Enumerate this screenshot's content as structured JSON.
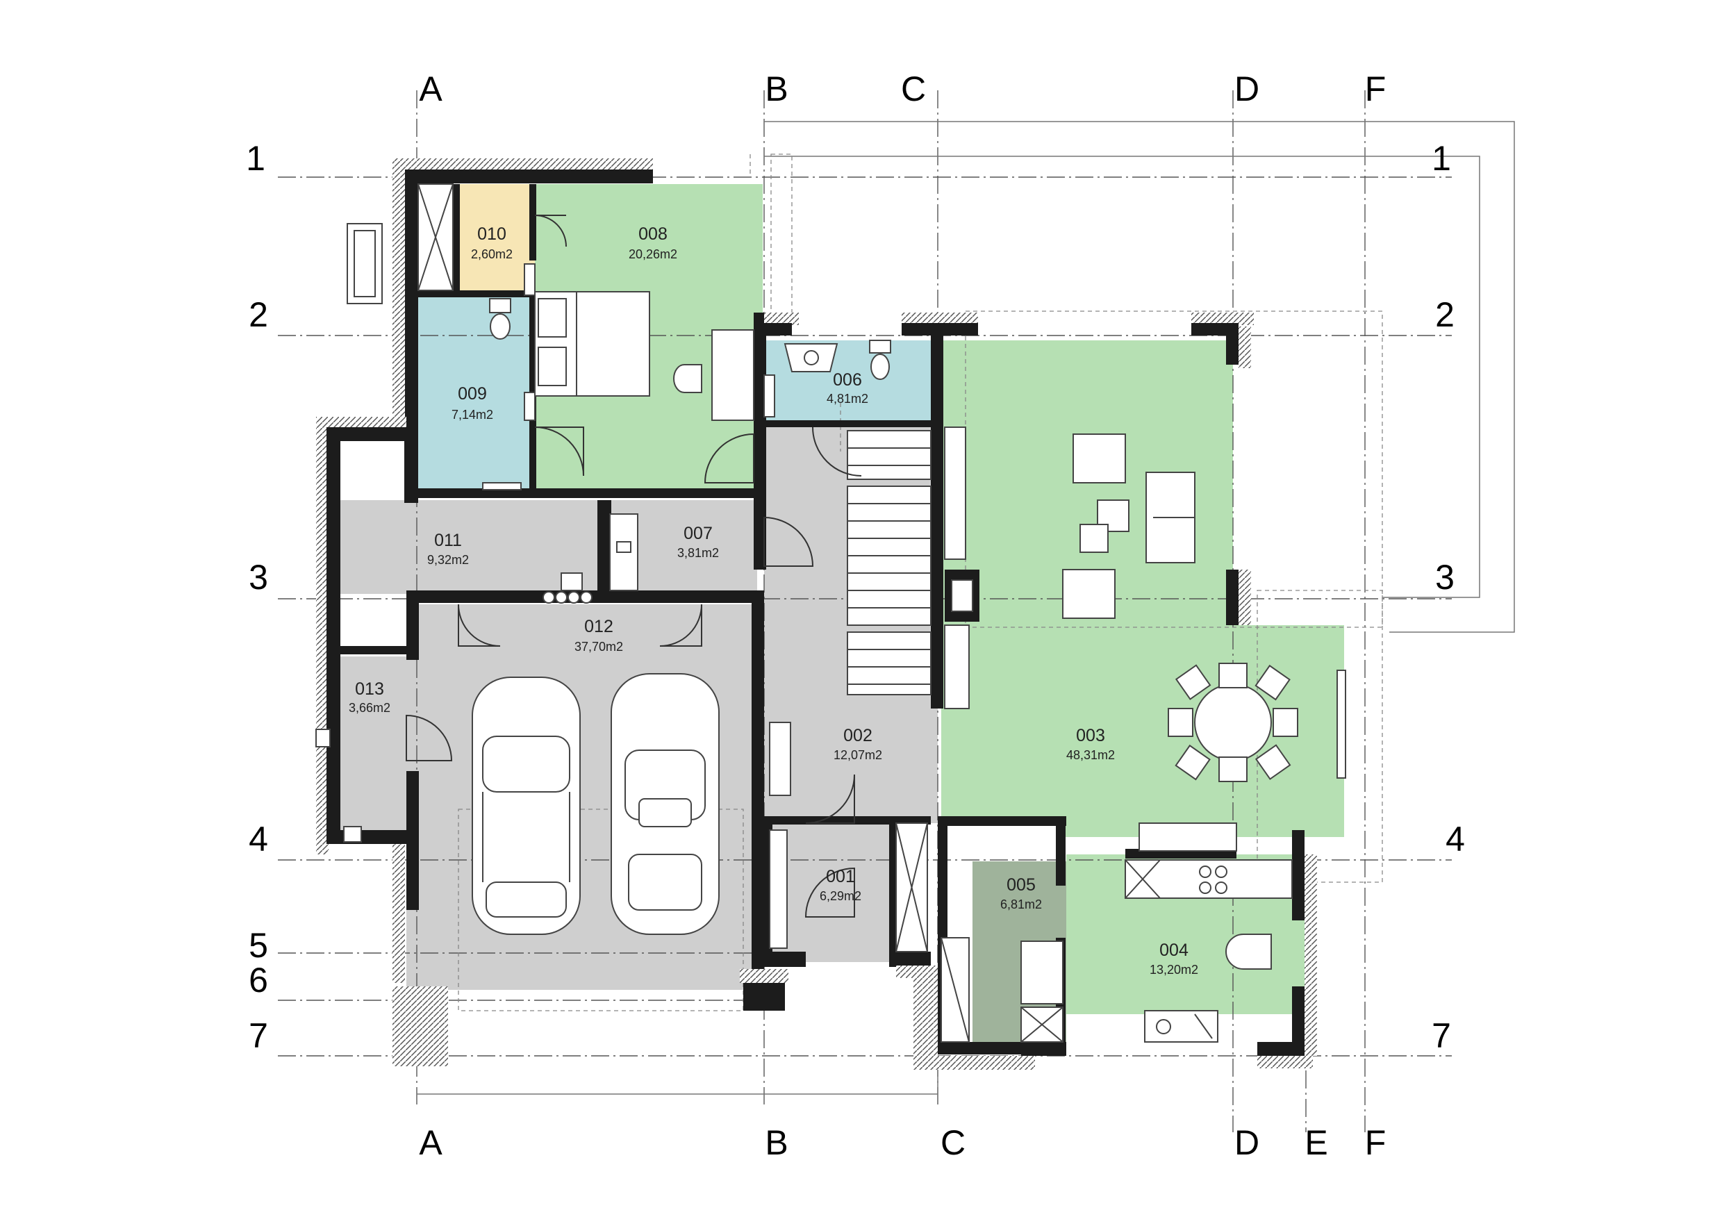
{
  "grid": {
    "columns_top": [
      "A",
      "B",
      "C",
      "D",
      "F"
    ],
    "columns_bottom": [
      "A",
      "B",
      "C",
      "D",
      "E",
      "F"
    ],
    "rows_left": [
      "1",
      "2",
      "3",
      "4",
      "5",
      "6",
      "7"
    ],
    "rows_right": [
      "1",
      "2",
      "3",
      "4",
      "7"
    ]
  },
  "rooms": [
    {
      "id": "001",
      "area": "6,29m2",
      "color": "#cfcfcf"
    },
    {
      "id": "002",
      "area": "12,07m2",
      "color": "#cfcfcf"
    },
    {
      "id": "003",
      "area": "48,31m2",
      "color": "#b6e0b3"
    },
    {
      "id": "004",
      "area": "13,20m2",
      "color": "#b6e0b3"
    },
    {
      "id": "005",
      "area": "6,81m2",
      "color": "#9fb39b"
    },
    {
      "id": "006",
      "area": "4,81m2",
      "color": "#b5dce0"
    },
    {
      "id": "007",
      "area": "3,81m2",
      "color": "#cfcfcf"
    },
    {
      "id": "008",
      "area": "20,26m2",
      "color": "#b6e0b3"
    },
    {
      "id": "009",
      "area": "7,14m2",
      "color": "#b5dce0"
    },
    {
      "id": "010",
      "area": "2,60m2",
      "color": "#f7e6b5"
    },
    {
      "id": "011",
      "area": "9,32m2",
      "color": "#cfcfcf"
    },
    {
      "id": "012",
      "area": "37,70m2",
      "color": "#cfcfcf"
    },
    {
      "id": "013",
      "area": "3,66m2",
      "color": "#cfcfcf"
    }
  ],
  "colors": {
    "wall": "#1c1c1c",
    "living": "#b6e0b3",
    "wet": "#b5dce0",
    "utility": "#cfcfcf",
    "pantry": "#9fb39b",
    "storage": "#f7e6b5"
  },
  "icons": [
    "car-icon",
    "bed-icon",
    "sofa-icon",
    "dining-table-icon",
    "toilet-icon",
    "sink-icon",
    "stove-icon",
    "fireplace-icon"
  ]
}
